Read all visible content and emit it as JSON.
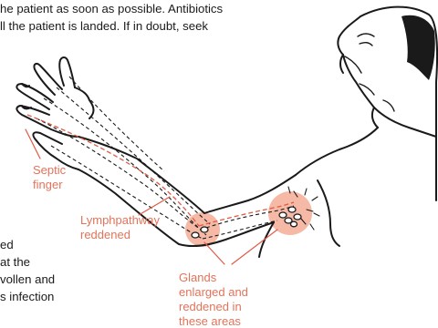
{
  "paragraph_lines": [
    "he patient as soon as possible.  Antibiotics",
    "ll the patient is landed.  If in doubt, seek",
    "ed",
    "at  the",
    "vollen and",
    "s infection"
  ],
  "labels": {
    "septic_finger": "Septic\nfinger",
    "lymph_pathway": "Lymphpathway\nreddened",
    "glands": "Glands\nenlarged and\nreddened in\nthese areas"
  },
  "colors": {
    "label_text": "#e3735a",
    "pathway_line": "#e05a44",
    "highlight_fill": "#f5b9a6",
    "ink": "#1a1a1a"
  }
}
